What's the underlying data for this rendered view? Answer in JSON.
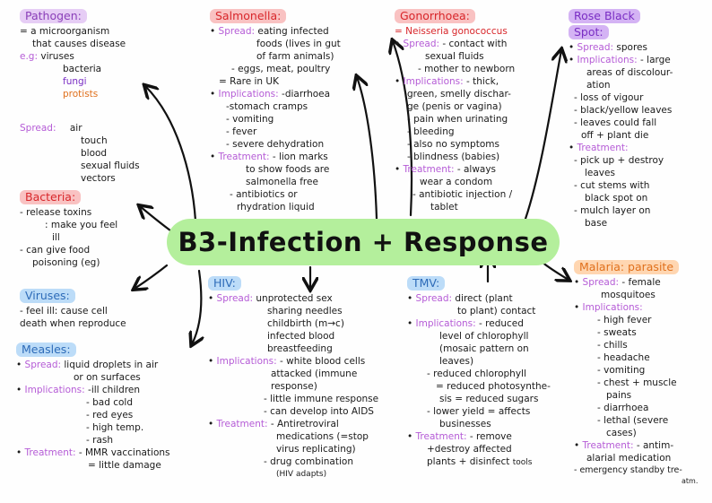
{
  "title": "B3-Infection + Response",
  "pathogen": {
    "heading": "Pathogen:",
    "def1": "= a microorganism",
    "def2": "that causes disease",
    "eg_label": "e.g:",
    "eg1": "viruses",
    "eg2": "bacteria",
    "eg3": "fungi",
    "eg4": "protists",
    "spread_label": "Spread:",
    "spread": [
      "air",
      "touch",
      "blood",
      "sexual fluids",
      "vectors"
    ]
  },
  "bacteria": {
    "heading": "Bacteria:",
    "l1": "- release toxins",
    "l2": ": make you feel",
    "l3": "ill",
    "l4": "- can give food",
    "l5": "poisoning (eg)"
  },
  "viruses": {
    "heading": "Viruses:",
    "l1": "- feel ill: cause cell",
    "l2": "death when reproduce"
  },
  "measles": {
    "heading": "Measles:",
    "spread_label": "Spread:",
    "spread1": "liquid droplets in air",
    "spread2": "or on surfaces",
    "impl_label": "Implications:",
    "impl1": "-ill children",
    "impl2": "- bad cold",
    "impl3": "- red eyes",
    "impl4": "- high temp.",
    "impl5": "- rash",
    "treat_label": "Treatment:",
    "treat1": "- MMR vaccinations",
    "treat2": "= little damage"
  },
  "salmonella": {
    "heading": "Salmonella:",
    "spread_label": "Spread:",
    "spread1": "eating infected",
    "spread2": "foods (lives in gut",
    "spread3": "of farm animals)",
    "spread4": "- eggs, meat, poultry",
    "spread5": "= Rare in UK",
    "impl_label": "Implications:",
    "impl1": "-diarrhoea",
    "impl2": "-stomach cramps",
    "impl3": "- vomiting",
    "impl4": "- fever",
    "impl5": "- severe dehydration",
    "treat_label": "Treatment:",
    "treat1": "- lion marks",
    "treat2": "to show foods are",
    "treat3": "salmonella free",
    "treat4": "- antibiotics or",
    "treat5": "rhydration liquid"
  },
  "gonorrhoea": {
    "heading": "Gonorrhoea:",
    "sub": "= Neisseria gonococcus",
    "spread_label": "Spread:",
    "spread1": "- contact with",
    "spread2": "sexual fluids",
    "spread3": "- mother to newborn",
    "impl_label": "Implications:",
    "impl1": "- thick,",
    "impl2": "green, smelly dischar-",
    "impl3": "ge (penis or vagina)",
    "impl4": "- pain when urinating",
    "impl5": "- bleeding",
    "impl6": "- also no symptoms",
    "impl7": "- blindness (babies)",
    "treat_label": "Treatment:",
    "treat1": "- always",
    "treat2": "wear a condom",
    "treat3": "- antibiotic injection /",
    "treat4": "tablet"
  },
  "rose_black_spot": {
    "heading1": "Rose Black",
    "heading2": "Spot:",
    "spread_label": "Spread:",
    "spread1": "spores",
    "impl_label": "Implications:",
    "impl1": "- large",
    "impl2": "areas of discolour-",
    "impl3": "ation",
    "impl4": "- loss of vigour",
    "impl5": "- black/yellow leaves",
    "impl6": "- leaves could fall",
    "impl7": "off + plant die",
    "treat_label": "Treatment:",
    "treat1": "- pick up + destroy",
    "treat2": "leaves",
    "treat3": "- cut stems with",
    "treat4": "black spot on",
    "treat5": "- mulch layer on",
    "treat6": "base"
  },
  "hiv": {
    "heading": "HIV:",
    "spread_label": "Spread:",
    "spread1": "unprotected sex",
    "spread2": "sharing needles",
    "spread3": "childbirth (m→c)",
    "spread4": "infected blood",
    "spread5": "breastfeeding",
    "impl_label": "Implications:",
    "impl1": "- white blood cells",
    "impl2": "attacked (immune",
    "impl3": "response)",
    "impl4": "- little immune response",
    "impl5": "- can develop into AIDS",
    "treat_label": "Treatment:",
    "treat1": "- Antiretroviral",
    "treat2": "medications (=stop",
    "treat3": "virus replicating)",
    "treat4": "- drug combination",
    "treat5": "(HIV adapts)"
  },
  "tmv": {
    "heading": "TMV:",
    "spread_label": "Spread:",
    "spread1": "direct (plant",
    "spread2": "to plant) contact",
    "impl_label": "Implications:",
    "impl1": "- reduced",
    "impl2": "level of chlorophyll",
    "impl3": "(mosaic pattern on",
    "impl4": "leaves)",
    "impl5": "- reduced chlorophyll",
    "impl6": "= reduced photosynthe-",
    "impl7": "sis = reduced sugars",
    "impl8": "- lower yield = affects",
    "impl9": "businesses",
    "treat_label": "Treatment:",
    "treat1": "- remove",
    "treat2": "+destroy affected",
    "treat3": "plants + disinfect",
    "treat4": "tools"
  },
  "malaria": {
    "heading": "Malaria: parasite",
    "spread_label": "Spread:",
    "spread1": "- female",
    "spread2": "mosquitoes",
    "impl_label": "Implications:",
    "impl1": "- high fever",
    "impl2": "- sweats",
    "impl3": "- chills",
    "impl4": "- headache",
    "impl5": "- vomiting",
    "impl6": "- chest + muscle",
    "impl7": "pains",
    "impl8": "- diarrhoea",
    "impl9": "- lethal (severe",
    "impl10": "cases)",
    "treat_label": "Treatment:",
    "treat1": "- antim-",
    "treat2": "alarial medication",
    "treat3": "- emergency standby tre-",
    "treat4": "atm."
  },
  "colors": {
    "title_bg": "#b4ef9c",
    "label": "#b55bd6",
    "red": "#d8262a",
    "blue": "#2d6bb8",
    "orange": "#e0701c",
    "purple": "#8a3fb8"
  }
}
